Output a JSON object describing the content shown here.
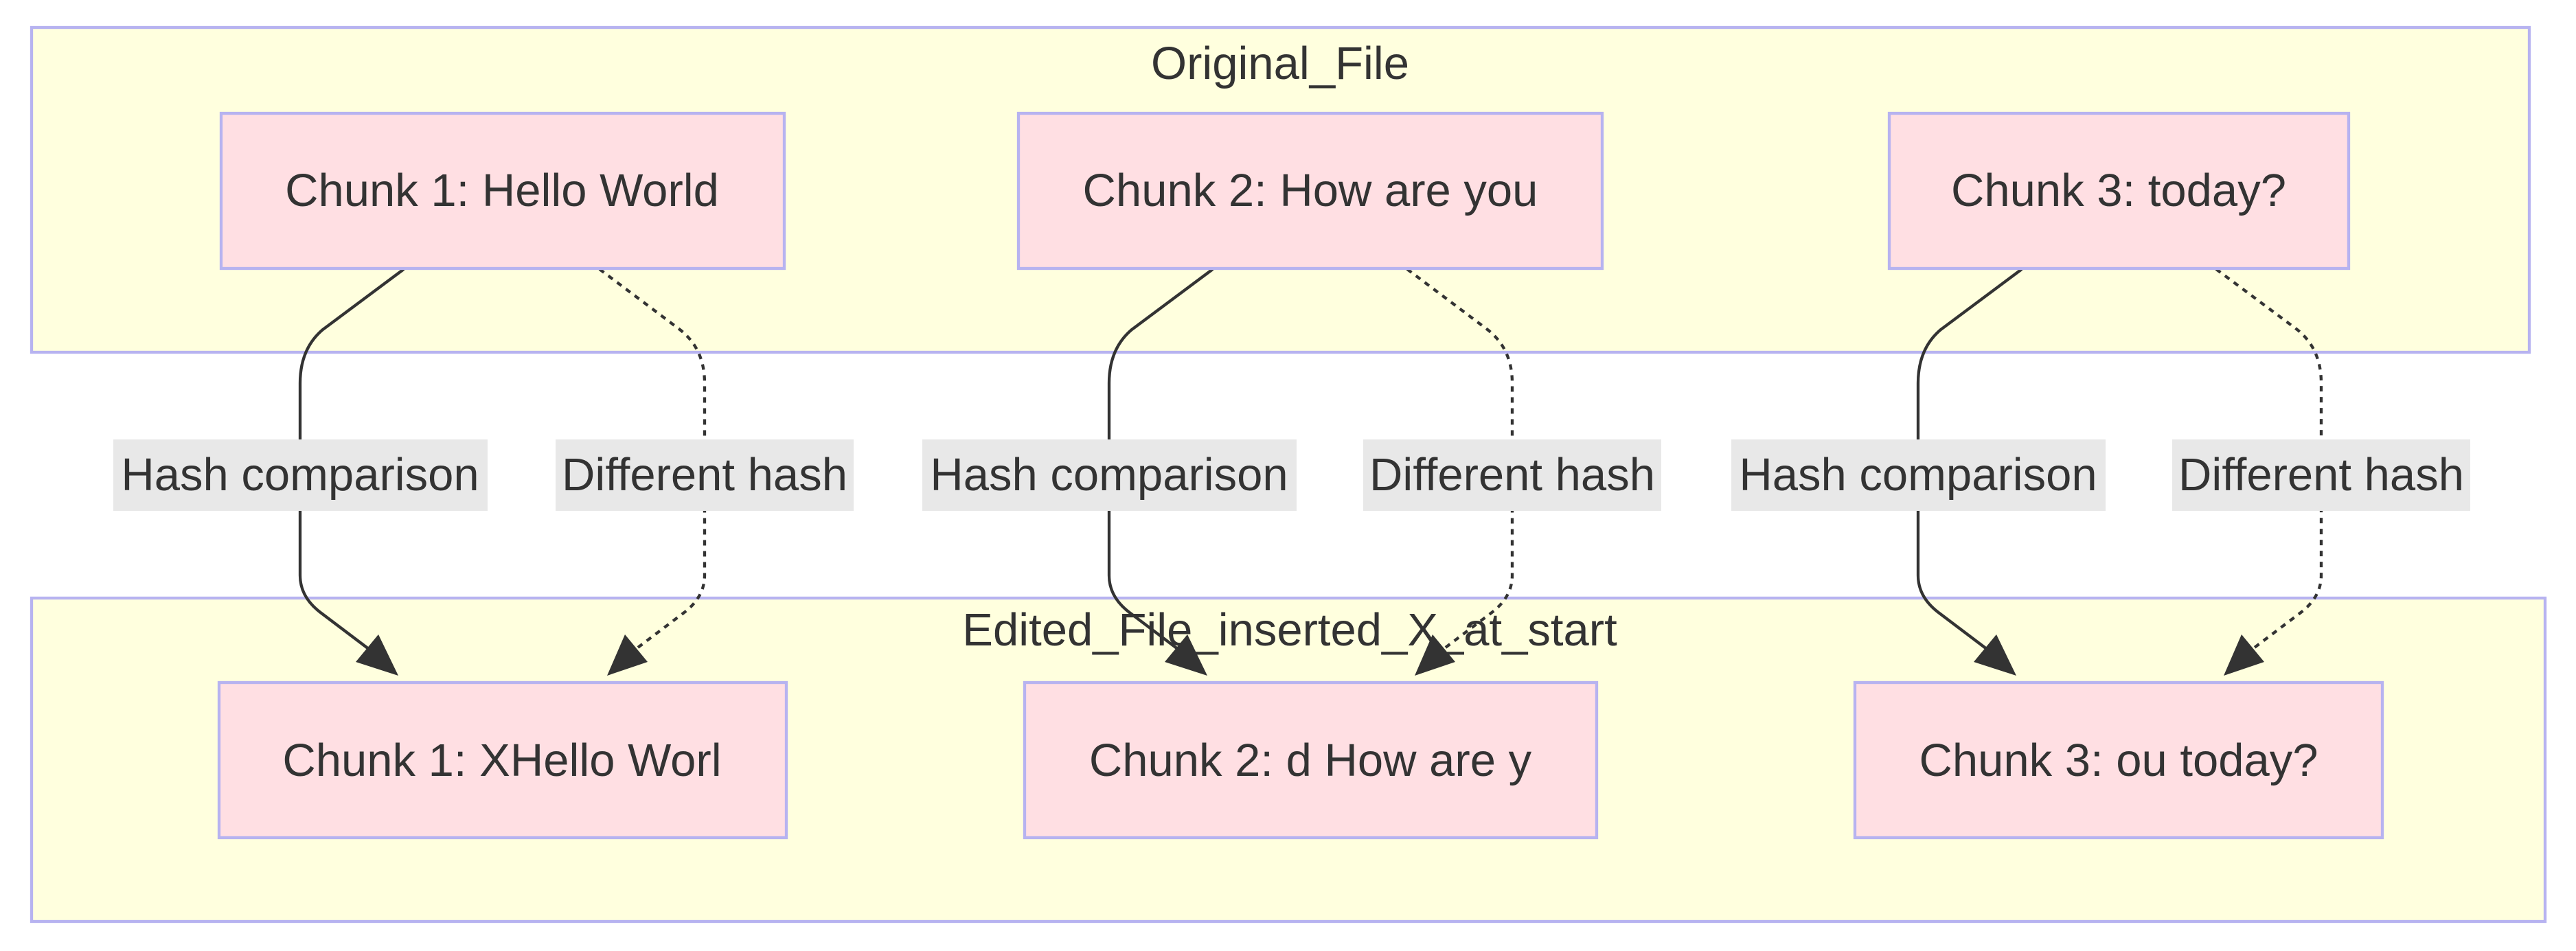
{
  "clusters": [
    {
      "id": "original",
      "title": "Original_File"
    },
    {
      "id": "edited",
      "title": "Edited_File_inserted_X_at_start"
    }
  ],
  "nodes": {
    "original": [
      "Chunk 1: Hello World",
      "Chunk 2: How are you",
      "Chunk 3: today?"
    ],
    "edited": [
      "Chunk 1: XHello Worl",
      "Chunk 2: d How are y",
      "Chunk 3: ou today?"
    ]
  },
  "edges": [
    {
      "from": "Chunk 1: Hello World",
      "to": "Chunk 1: XHello Worl",
      "label": "Hash comparison",
      "style": "solid"
    },
    {
      "from": "Chunk 1: Hello World",
      "to": "Chunk 1: XHello Worl",
      "label": "Different hash",
      "style": "dotted"
    },
    {
      "from": "Chunk 2: How are you",
      "to": "Chunk 2: d How are y",
      "label": "Hash comparison",
      "style": "solid"
    },
    {
      "from": "Chunk 2: How are you",
      "to": "Chunk 2: d How are y",
      "label": "Different hash",
      "style": "dotted"
    },
    {
      "from": "Chunk 3: today?",
      "to": "Chunk 3: ou today?",
      "label": "Hash comparison",
      "style": "solid"
    },
    {
      "from": "Chunk 3: today?",
      "to": "Chunk 3: ou today?",
      "label": "Different hash",
      "style": "dotted"
    }
  ],
  "colors": {
    "cluster_fill": "#ffffde",
    "cluster_stroke": "#b7b3f0",
    "node_fill": "#ffdfe3",
    "node_stroke": "#b7b3f0",
    "edge": "#333333",
    "edge_label_bg": "#e8e8e8",
    "text": "#333333"
  }
}
